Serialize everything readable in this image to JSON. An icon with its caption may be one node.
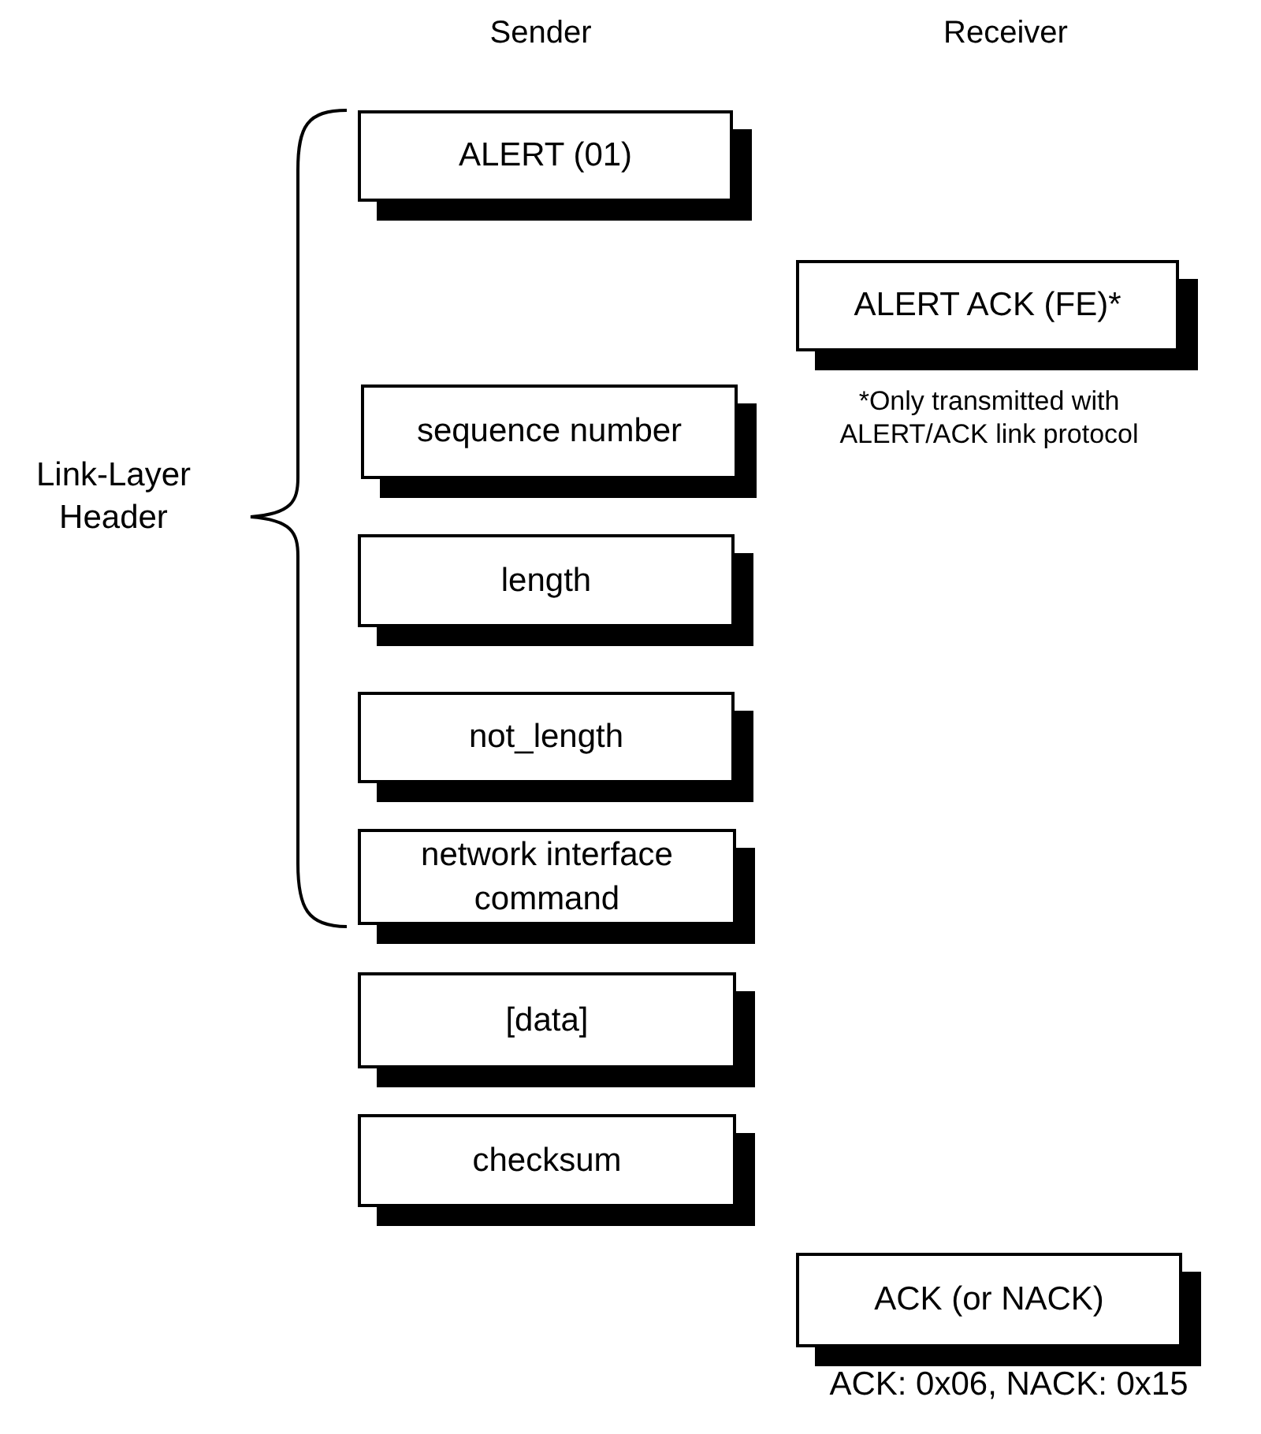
{
  "diagram": {
    "nodes": [
      {
        "text": [
          "ALERT (01)"
        ]
      },
      {
        "text": [
          "ALERT ACK (FE)*"
        ],
        "beside": [
          "*Only transmitted with ALERT/ACK link protocol"
        ]
      },
      {
        "text": [
          "sequence number"
        ]
      },
      {
        "text": [
          "length"
        ]
      },
      {
        "text": [
          "not_length"
        ]
      },
      {
        "text": [
          "network interface command"
        ]
      },
      {
        "text": [
          "[data]"
        ]
      },
      {
        "text": [
          "checksum"
        ]
      },
      {
        "text": [
          "ACK (or NACK)"
        ],
        "beside": [
          "ACK: 0x06, NACK: 0x15"
        ]
      }
    ],
    "labels": [
      "Sender",
      "Receiver",
      "Link-Layer Header"
    ]
  }
}
